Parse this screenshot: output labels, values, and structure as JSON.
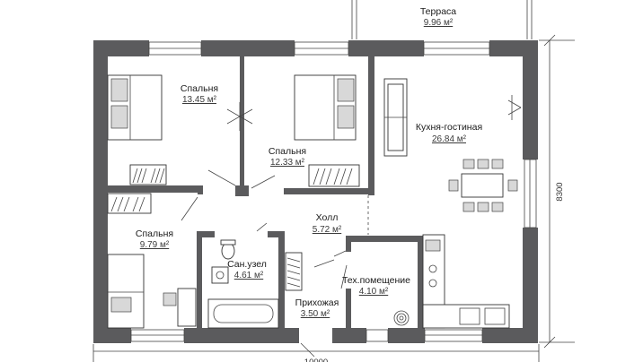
{
  "rooms": {
    "terrace": {
      "name": "Терраса",
      "area": "9.96 м²"
    },
    "bedroom1": {
      "name": "Спальня",
      "area": "13.45 м²"
    },
    "bedroom2": {
      "name": "Спальня",
      "area": "12.33 м²"
    },
    "kitchen": {
      "name": "Кухня-гостиная",
      "area": "26.84 м²"
    },
    "hall": {
      "name": "Холл",
      "area": "5.72 м²"
    },
    "bedroom3": {
      "name": "Спальня",
      "area": "9.79 м²"
    },
    "bathroom": {
      "name": "Сан.узел",
      "area": "4.61 м²"
    },
    "utility": {
      "name": "Тех.помещение",
      "area": "4.10 м²"
    },
    "entry": {
      "name": "Прихожая",
      "area": "3.50 м²"
    }
  },
  "dimensions": {
    "height": "8300",
    "width": "10000"
  }
}
